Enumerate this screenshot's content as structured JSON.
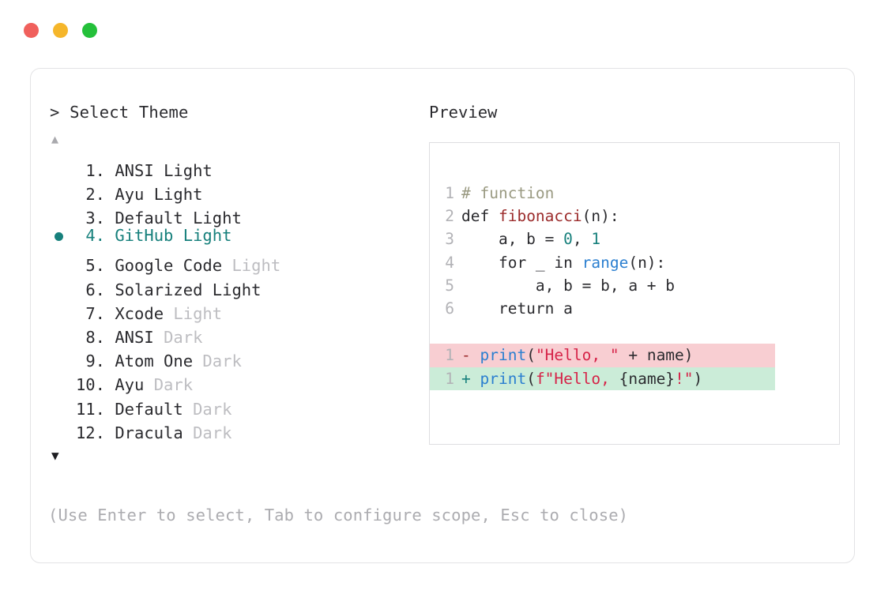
{
  "window": {
    "dots": [
      {
        "name": "close-dot",
        "color": "#f0605c"
      },
      {
        "name": "minimize-dot",
        "color": "#f5b62b"
      },
      {
        "name": "maximize-dot",
        "color": "#24c03a"
      }
    ]
  },
  "picker": {
    "prompt": "> Select Theme",
    "scroll_up_icon": "▲",
    "scroll_down_icon": "▼",
    "selected_index": 4,
    "selected_color": "#17807c",
    "items": [
      {
        "num": "1.",
        "name": "ANSI",
        "variant": "Light",
        "variant_dim": false,
        "selected": false
      },
      {
        "num": "2.",
        "name": "Ayu",
        "variant": "Light",
        "variant_dim": false,
        "selected": false
      },
      {
        "num": "3.",
        "name": "Default",
        "variant": "Light",
        "variant_dim": false,
        "selected": false
      },
      {
        "num": "4.",
        "name": "GitHub",
        "variant": "Light",
        "variant_dim": false,
        "selected": true
      },
      {
        "num": "5.",
        "name": "Google Code",
        "variant": "Light",
        "variant_dim": true,
        "selected": false
      },
      {
        "num": "6.",
        "name": "Solarized",
        "variant": "Light",
        "variant_dim": false,
        "selected": false
      },
      {
        "num": "7.",
        "name": "Xcode",
        "variant": "Light",
        "variant_dim": true,
        "selected": false
      },
      {
        "num": "8.",
        "name": "ANSI",
        "variant": "Dark",
        "variant_dim": true,
        "selected": false
      },
      {
        "num": "9.",
        "name": "Atom One",
        "variant": "Dark",
        "variant_dim": true,
        "selected": false
      },
      {
        "num": "10.",
        "name": "Ayu",
        "variant": "Dark",
        "variant_dim": true,
        "selected": false
      },
      {
        "num": "11.",
        "name": "Default",
        "variant": "Dark",
        "variant_dim": true,
        "selected": false
      },
      {
        "num": "12.",
        "name": "Dracula",
        "variant": "Dark",
        "variant_dim": true,
        "selected": false
      }
    ],
    "hint": "(Use Enter to select, Tab to configure scope, Esc to close)"
  },
  "preview": {
    "label": "Preview",
    "code_lines": [
      {
        "ln": "1",
        "tokens": [
          {
            "t": "# function",
            "c": "tok-comment"
          }
        ]
      },
      {
        "ln": "2",
        "tokens": [
          {
            "t": "def ",
            "c": "tok-kw"
          },
          {
            "t": "fibonacci",
            "c": "tok-fn"
          },
          {
            "t": "(n):",
            "c": "tok-plain"
          }
        ]
      },
      {
        "ln": "3",
        "tokens": [
          {
            "t": "    a, b = ",
            "c": "tok-plain"
          },
          {
            "t": "0",
            "c": "tok-num"
          },
          {
            "t": ", ",
            "c": "tok-plain"
          },
          {
            "t": "1",
            "c": "tok-num"
          }
        ]
      },
      {
        "ln": "4",
        "tokens": [
          {
            "t": "    for _ in ",
            "c": "tok-plain"
          },
          {
            "t": "range",
            "c": "tok-builtin"
          },
          {
            "t": "(n):",
            "c": "tok-plain"
          }
        ]
      },
      {
        "ln": "5",
        "tokens": [
          {
            "t": "        a, b = b, a + b",
            "c": "tok-plain"
          }
        ]
      },
      {
        "ln": "6",
        "tokens": [
          {
            "t": "    return a",
            "c": "tok-plain"
          }
        ]
      }
    ],
    "diff_lines": [
      {
        "ln": "1",
        "kind": "diff-del",
        "tokens": [
          {
            "t": "- ",
            "c": "tok-minus"
          },
          {
            "t": "print",
            "c": "tok-builtin"
          },
          {
            "t": "(",
            "c": "tok-plain"
          },
          {
            "t": "\"Hello, \"",
            "c": "tok-str"
          },
          {
            "t": " + name)",
            "c": "tok-plain"
          }
        ]
      },
      {
        "ln": "1",
        "kind": "diff-add",
        "tokens": [
          {
            "t": "+ ",
            "c": "tok-plus"
          },
          {
            "t": "print",
            "c": "tok-builtin"
          },
          {
            "t": "(",
            "c": "tok-plain"
          },
          {
            "t": "f\"Hello, ",
            "c": "tok-str"
          },
          {
            "t": "{name}",
            "c": "tok-plain"
          },
          {
            "t": "!\"",
            "c": "tok-str"
          },
          {
            "t": ")",
            "c": "tok-plain"
          }
        ]
      }
    ]
  }
}
